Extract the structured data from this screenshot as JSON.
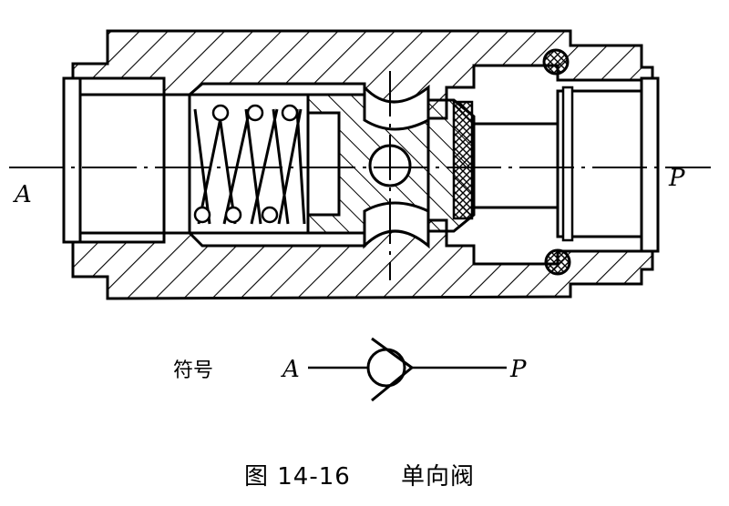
{
  "diagram": {
    "labels": {
      "port_a": "A",
      "port_p": "P",
      "symbol_caption": "符号",
      "symbol_port_a": "A",
      "symbol_port_p": "P"
    },
    "caption": {
      "figure_number": "图 14-16",
      "title": "单向阀"
    },
    "colors": {
      "ink": "#000000",
      "background": "#ffffff"
    }
  }
}
